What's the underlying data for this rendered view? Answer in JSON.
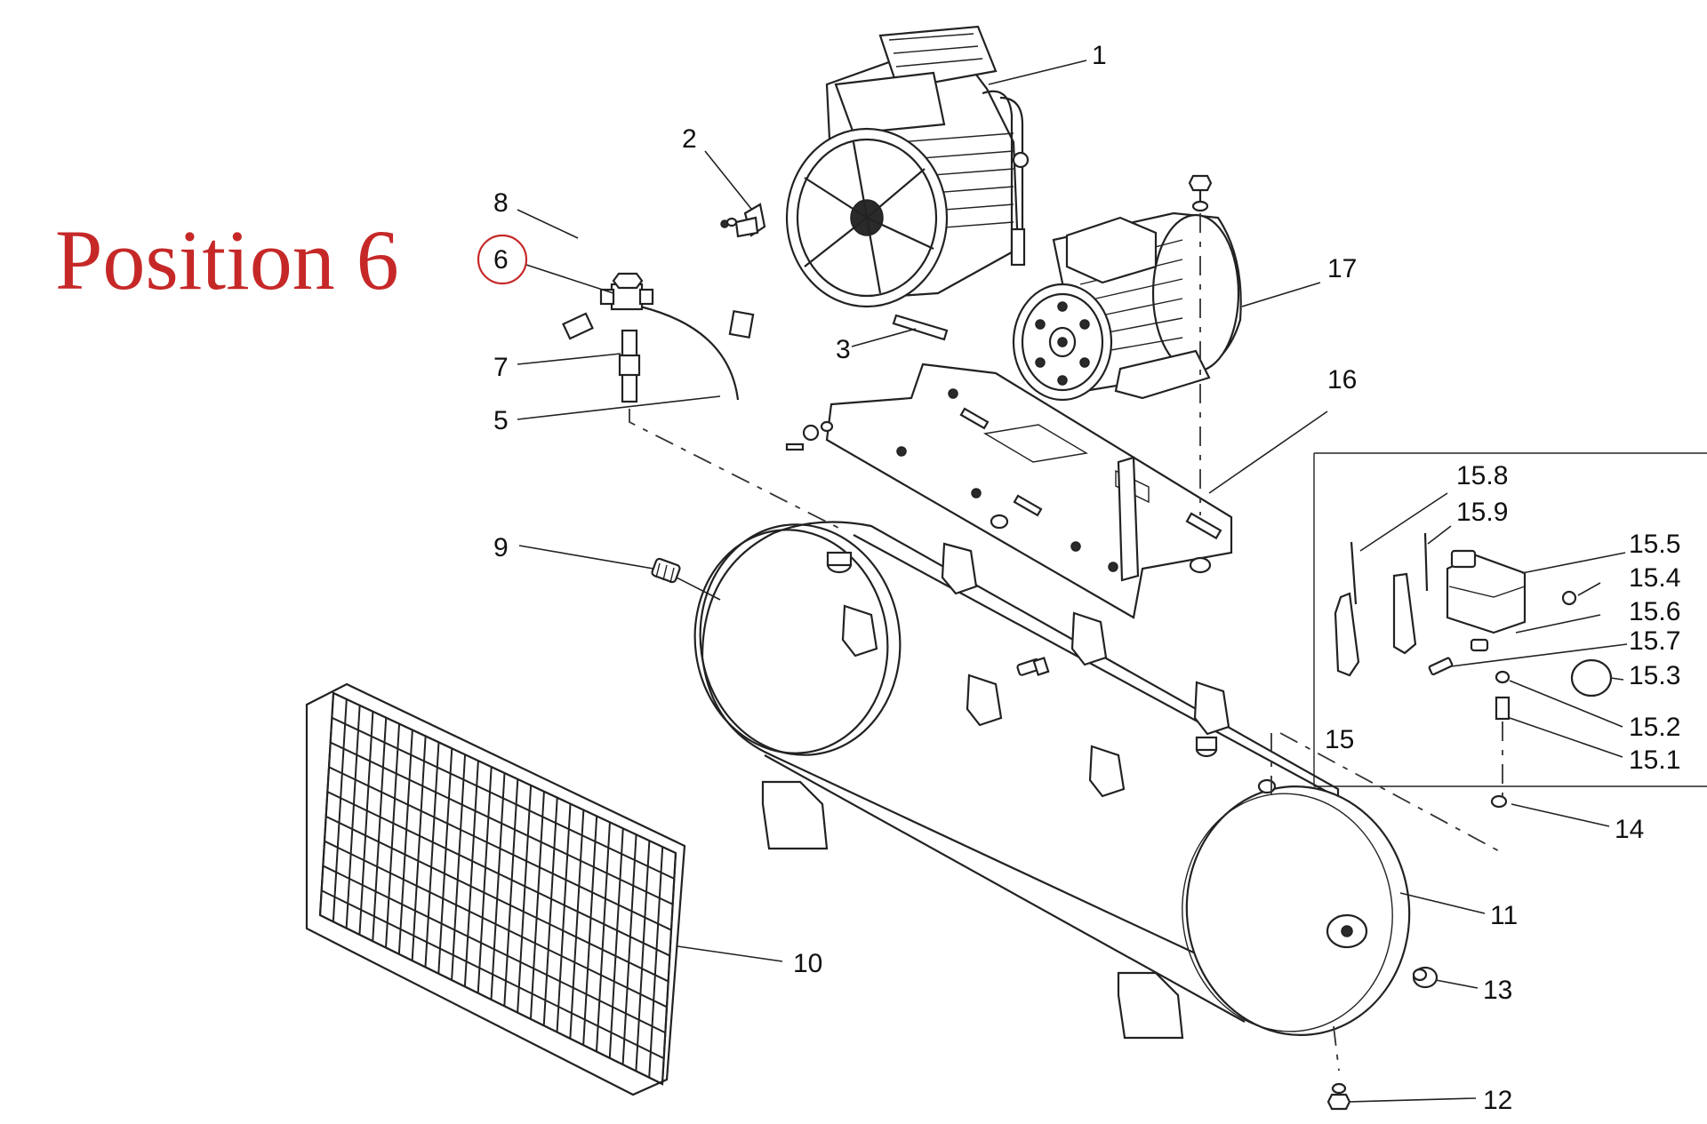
{
  "heading": {
    "text": "Position 6",
    "color": "#c62828"
  },
  "highlight": {
    "part": "6",
    "color": "#c62828"
  },
  "parts": [
    "1",
    "2",
    "3",
    "5",
    "6",
    "7",
    "8",
    "9",
    "10",
    "11",
    "12",
    "13",
    "14",
    "15",
    "15.1",
    "15.2",
    "15.3",
    "15.4",
    "15.5",
    "15.6",
    "15.7",
    "15.8",
    "15.9",
    "16",
    "17"
  ]
}
